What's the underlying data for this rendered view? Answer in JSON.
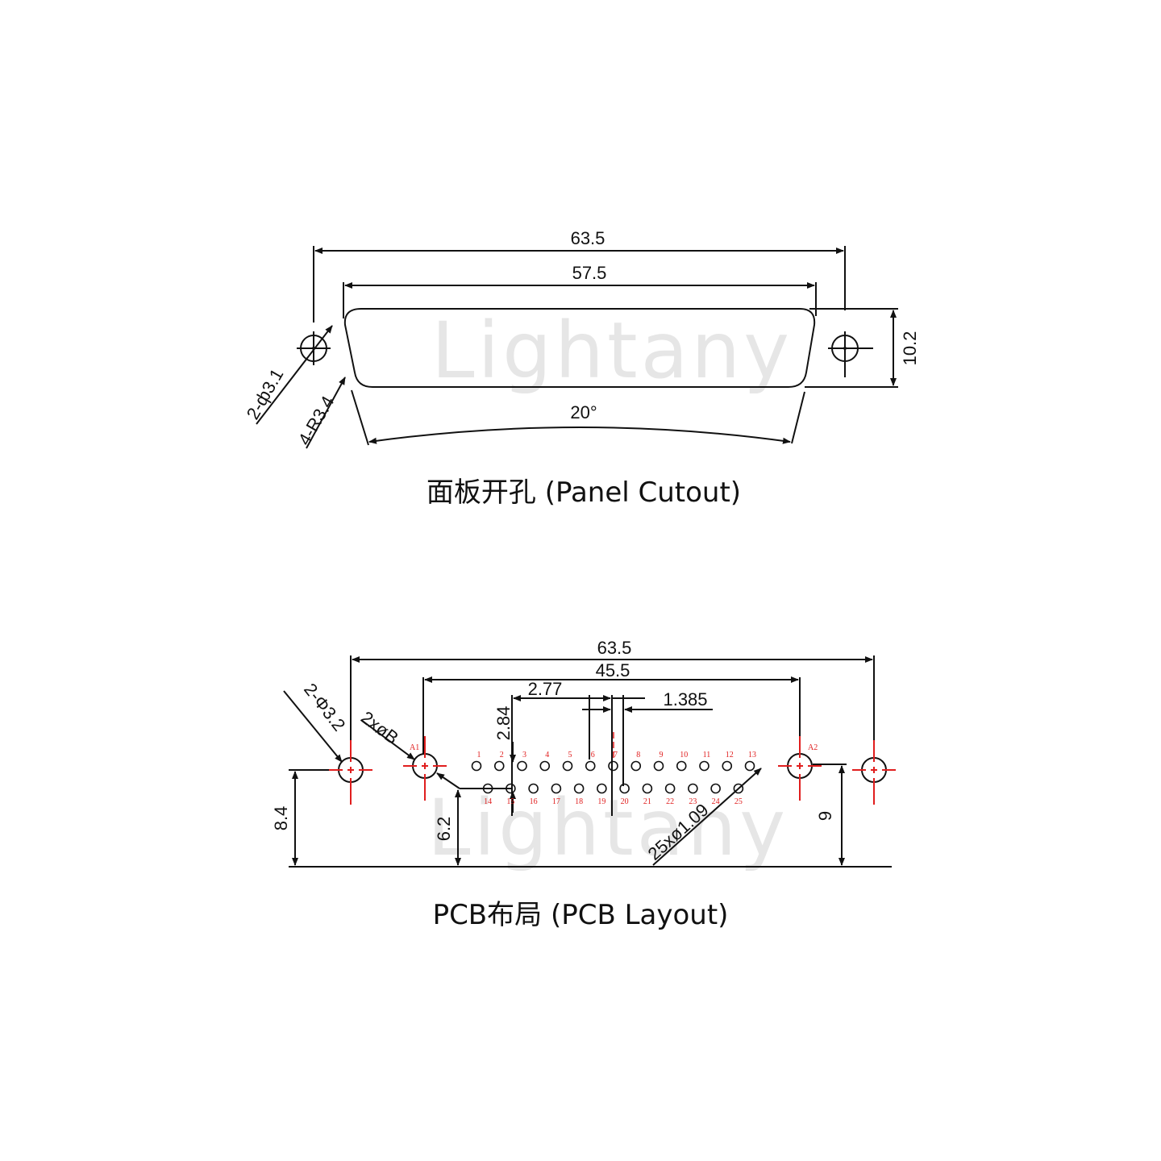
{
  "watermark": "Lightany",
  "panel": {
    "caption": "面板开孔 (Panel Cutout)",
    "dim_overall": "63.5",
    "dim_inner": "57.5",
    "dim_height": "10.2",
    "dim_angle": "20°",
    "hole_note": "2-ф3.1",
    "radius_note": "4-R3.4"
  },
  "pcb": {
    "caption": "PCB布局 (PCB Layout)",
    "dim_overall": "63.5",
    "dim_inner": "45.5",
    "dim_pitch": "2.77",
    "dim_half_pitch": "1.385",
    "dim_row_spacing": "2.84",
    "dim_left": "8.4",
    "dim_row": "6.2",
    "dim_right": "9",
    "mount_note": "2-Φ3.2",
    "board_lock_note": "2xøB",
    "pin_note": "25xø1.09",
    "board_lock_labels": [
      "A1",
      "A2"
    ],
    "top_pins": [
      "1",
      "2",
      "3",
      "4",
      "5",
      "6",
      "7",
      "8",
      "9",
      "10",
      "11",
      "12",
      "13"
    ],
    "bottom_pins": [
      "14",
      "15",
      "16",
      "17",
      "18",
      "19",
      "20",
      "21",
      "22",
      "23",
      "24",
      "25"
    ]
  },
  "colors": {
    "line": "#111111",
    "center_mark": "#e01e1e",
    "watermark": "#e6e6e6"
  }
}
